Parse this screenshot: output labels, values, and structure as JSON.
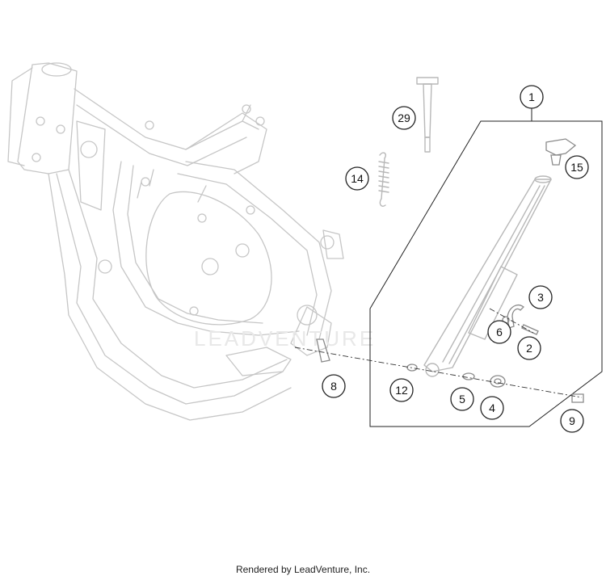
{
  "diagram": {
    "callouts": [
      {
        "id": "1",
        "label": "1"
      },
      {
        "id": "29",
        "label": "29"
      },
      {
        "id": "14",
        "label": "14"
      },
      {
        "id": "15",
        "label": "15"
      },
      {
        "id": "3",
        "label": "3"
      },
      {
        "id": "6",
        "label": "6"
      },
      {
        "id": "2",
        "label": "2"
      },
      {
        "id": "8",
        "label": "8"
      },
      {
        "id": "12",
        "label": "12"
      },
      {
        "id": "5",
        "label": "5"
      },
      {
        "id": "4",
        "label": "4"
      },
      {
        "id": "9",
        "label": "9"
      }
    ],
    "watermark": "LEADVENTURE"
  },
  "footer": {
    "text": "Rendered by LeadVenture, Inc."
  }
}
